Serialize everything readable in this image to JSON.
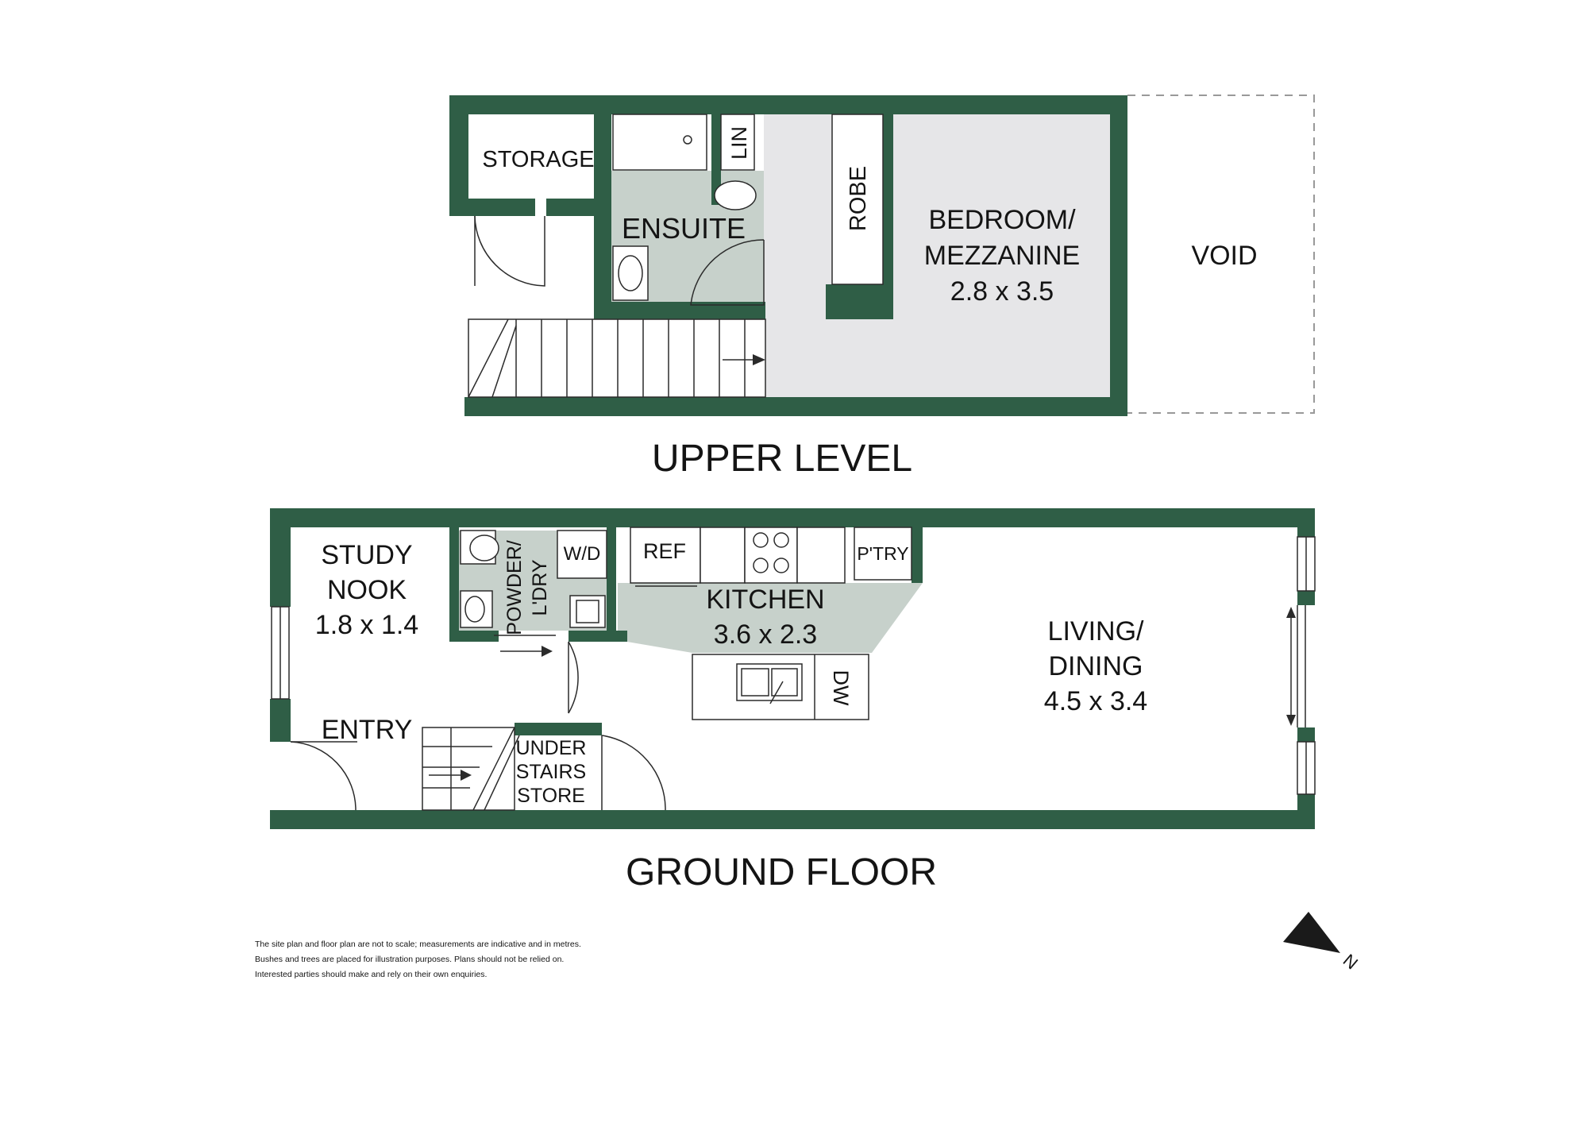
{
  "colors": {
    "wall": "#2f5e46",
    "wet_area": "#c7d1cb",
    "bedroom_floor": "#e6e6e8",
    "void_outline": "#999999"
  },
  "upper_level": {
    "title": "UPPER LEVEL",
    "storage": "STORAGE",
    "linen": "LIN",
    "ensuite": "ENSUITE",
    "robe": "ROBE",
    "bedroom_line1": "BEDROOM/",
    "bedroom_line2": "MEZZANINE",
    "bedroom_size": "2.8 x 3.5",
    "void": "VOID"
  },
  "ground_floor": {
    "title": "GROUND FLOOR",
    "study_line1": "STUDY",
    "study_line2": "NOOK",
    "study_size": "1.8 x 1.4",
    "powder_line1": "POWDER/",
    "powder_line2": "L'DRY",
    "wd": "W/D",
    "ref": "REF",
    "pantry": "P'TRY",
    "kitchen": "KITCHEN",
    "kitchen_size": "3.6 x 2.3",
    "dw": "DW",
    "living_line1": "LIVING/",
    "living_line2": "DINING",
    "living_size": "4.5 x 3.4",
    "entry": "ENTRY",
    "under_line1": "UNDER",
    "under_line2": "STAIRS",
    "under_line3": "STORE"
  },
  "disclaimer": [
    "The site plan and floor plan are not to scale; measurements are indicative and in metres.",
    "Bushes and trees are placed for illustration purposes. Plans should not be relied on.",
    "Interested parties should make and rely on their own enquiries."
  ],
  "compass": {
    "label": "N",
    "icon": "north-arrow-icon"
  }
}
